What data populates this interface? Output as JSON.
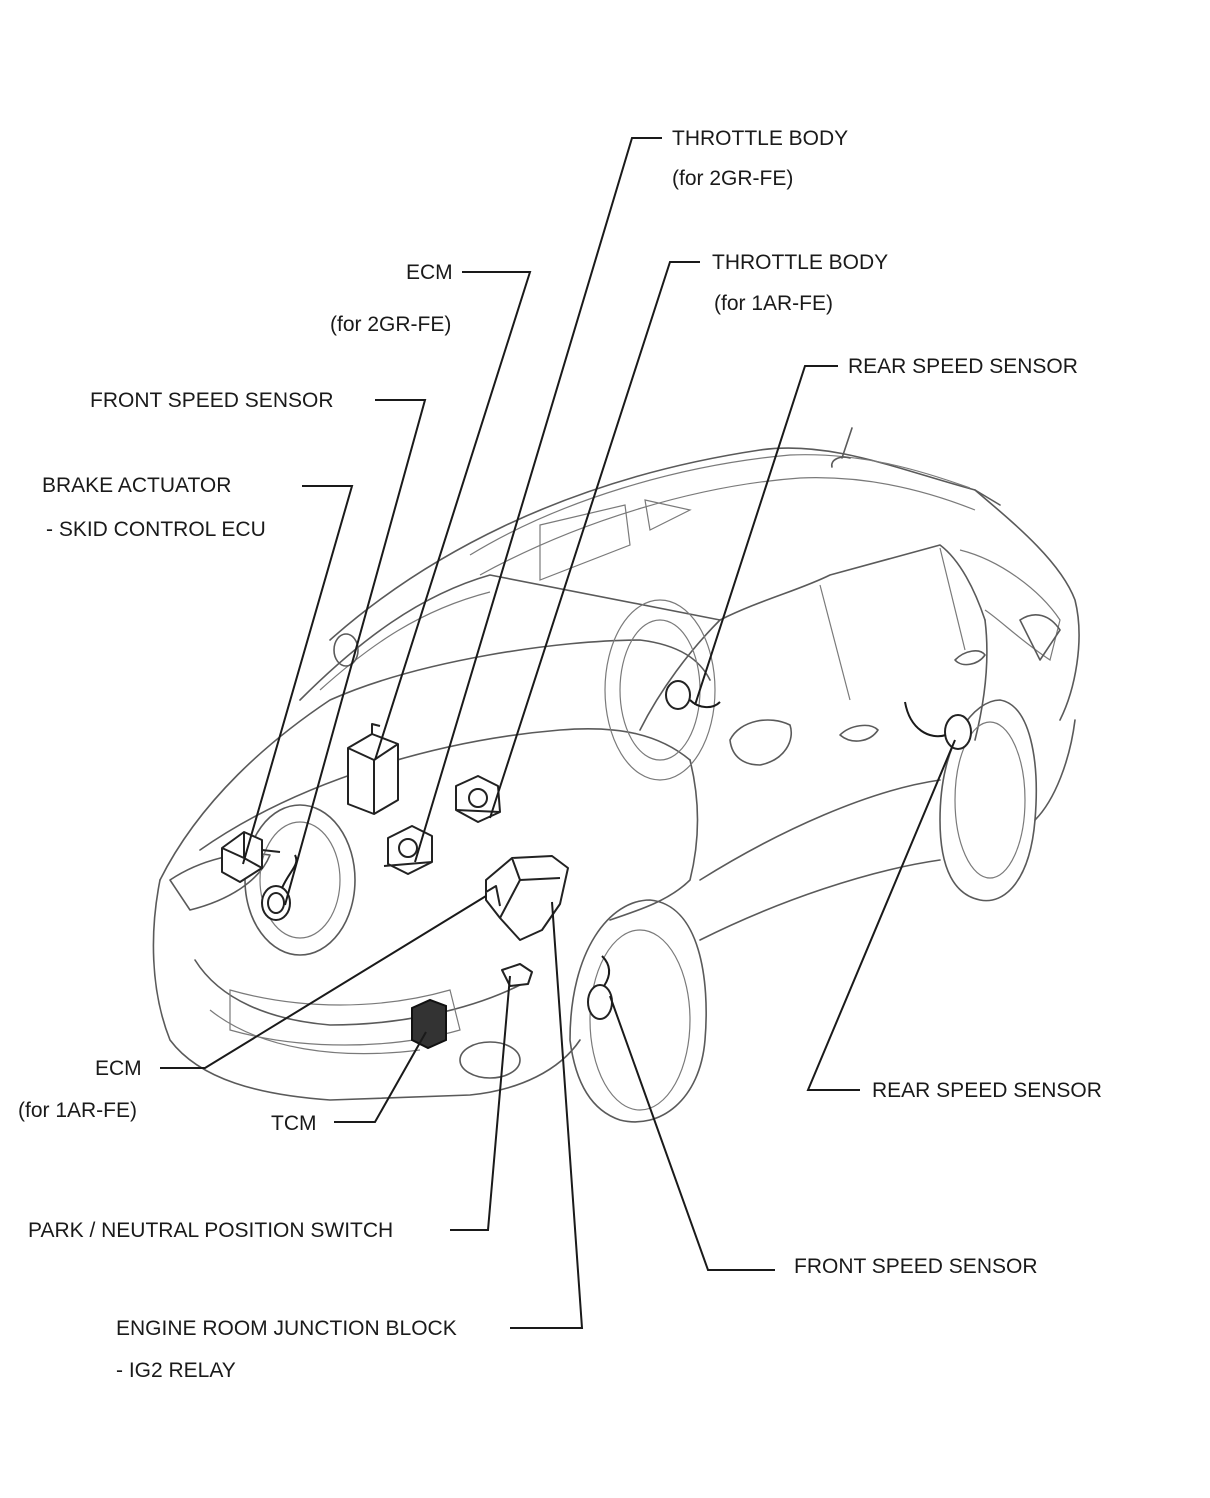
{
  "labels": {
    "throttle_body_2gr": "THROTTLE BODY",
    "throttle_body_2gr_sub": "(for 2GR-FE)",
    "throttle_body_1ar": "THROTTLE BODY",
    "throttle_body_1ar_sub": "(for 1AR-FE)",
    "ecm_2gr": "ECM",
    "ecm_2gr_sub": "(for 2GR-FE)",
    "rear_speed_sensor_top": "REAR SPEED SENSOR",
    "front_speed_sensor_top": "FRONT SPEED SENSOR",
    "brake_actuator": "BRAKE ACTUATOR",
    "brake_actuator_sub": "- SKID CONTROL ECU",
    "ecm_1ar": "ECM",
    "ecm_1ar_sub": "(for 1AR-FE)",
    "tcm": "TCM",
    "park_neutral_switch": "PARK / NEUTRAL POSITION SWITCH",
    "engine_room_jb": "ENGINE ROOM JUNCTION BLOCK",
    "engine_room_jb_sub": "- IG2 RELAY",
    "rear_speed_sensor_bottom": "REAR SPEED SENSOR",
    "front_speed_sensor_bottom": "FRONT SPEED SENSOR"
  }
}
